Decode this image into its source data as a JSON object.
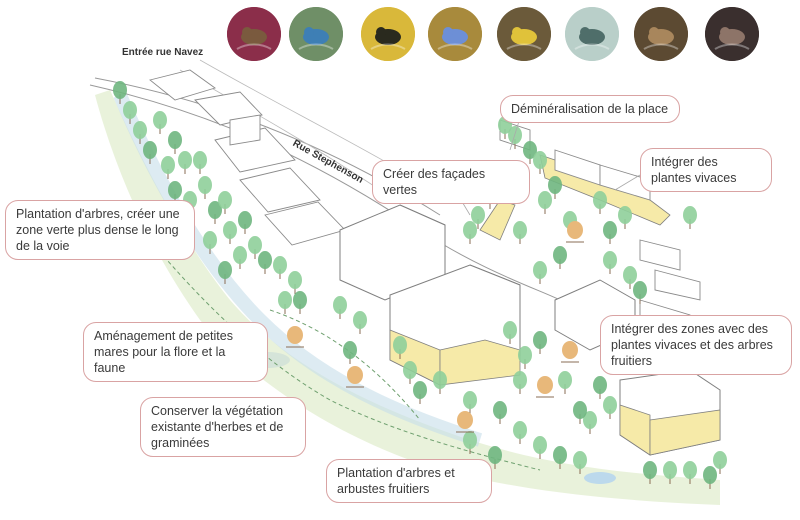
{
  "labels": {
    "entrance": "Entrée rue Navez",
    "street": "Rue Stephenson"
  },
  "callouts": {
    "demineralisation": "Déminéralisation de la place",
    "facades": "Créer des façades vertes",
    "vivaces": "Intégrer des plantes vivaces",
    "plantation_voie": "Plantation d'arbres, créer une zone verte plus dense le long de la voie",
    "zones_fruitiers": "Intégrer des zones avec des plantes vivaces et des arbres fruitiers",
    "mares": "Aménagement de petites mares pour la flore et la faune",
    "vegetation": "Conserver la végétation existante d'herbes et de graminées",
    "fruitiers": "Plantation d'arbres et arbustes fruitiers"
  },
  "species": [
    {
      "icon": "bird-icon",
      "bg": "#8b2e4a",
      "fg": "#7a5a3e"
    },
    {
      "icon": "damselfly-icon",
      "bg": "#6f8f67",
      "fg": "#3e7fb5"
    },
    {
      "icon": "bumblebee-icon",
      "bg": "#d9b83a",
      "fg": "#2a2a1e"
    },
    {
      "icon": "butterfly-icon",
      "bg": "#a88a3c",
      "fg": "#6d8fd6"
    },
    {
      "icon": "great-tit-icon",
      "bg": "#6b5a3a",
      "fg": "#e0c23a"
    },
    {
      "icon": "dragonfly-icon",
      "bg": "#b9cfc9",
      "fg": "#4f6e6a"
    },
    {
      "icon": "frog-icon",
      "bg": "#5c4a32",
      "fg": "#a8865c"
    },
    {
      "icon": "bat-icon",
      "bg": "#3a2f2e",
      "fg": "#8d7468"
    }
  ],
  "colors": {
    "tree": "#8fcf9a",
    "tree_dark": "#6fb67f",
    "fruit_tree": "#e8b87a",
    "building_highlight": "#f6eaa8",
    "water": "#9dc7e6",
    "callout_border": "#d9a3a3",
    "line": "#888888"
  }
}
